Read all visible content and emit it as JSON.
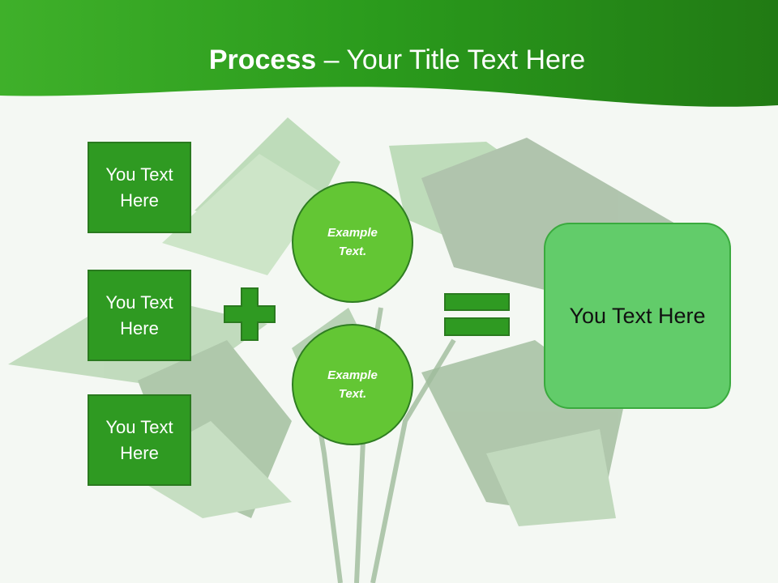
{
  "header": {
    "title_bold": "Process",
    "title_rest": " – Your Title Text Here"
  },
  "left_boxes": [
    {
      "label": "You Text Here"
    },
    {
      "label": "You Text Here"
    },
    {
      "label": "You Text Here"
    }
  ],
  "circles": [
    {
      "label": "Example Text."
    },
    {
      "label": "Example Text."
    }
  ],
  "result": {
    "label": "You Text Here"
  },
  "colors": {
    "header_green": "#2a9a1a",
    "box_green": "#2f9a22",
    "circle_green": "#63c634",
    "result_green": "#62cc6a"
  }
}
